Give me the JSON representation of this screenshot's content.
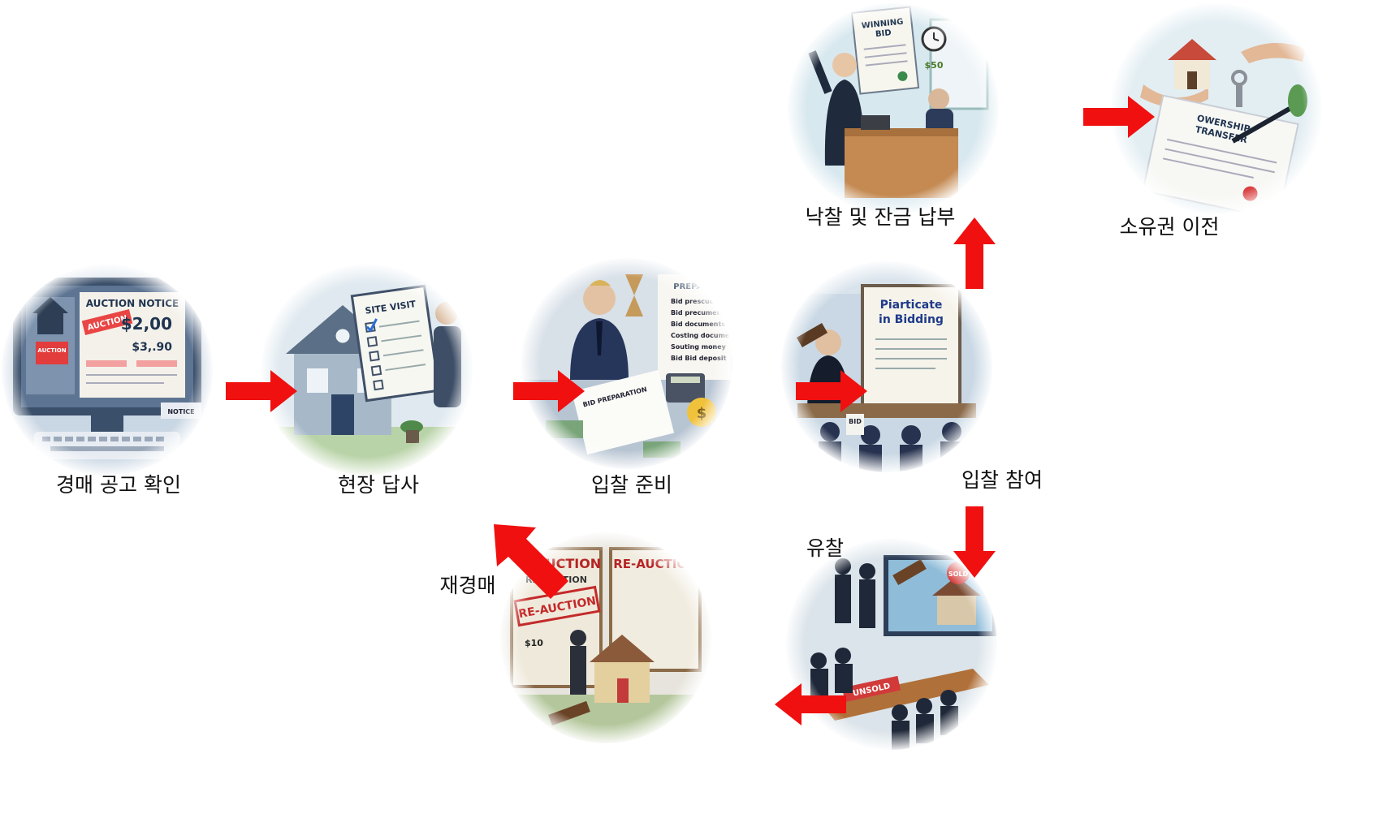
{
  "steps": {
    "notice": {
      "label": "경매 공고 확인",
      "sign_title": "AUCTION NOTICE",
      "stamp": "AUCTION",
      "price1": "$2,00",
      "price2": "$3,.90",
      "footer": "NOTICE"
    },
    "site_visit": {
      "label": "현장 답사",
      "clipboard_title": "SITE VISIT"
    },
    "preparation": {
      "label": "입찰 준비",
      "doc_title": "BID PREPARATION",
      "paper_title": "PREPARA",
      "list": [
        "Bid prescuction",
        "Bid precument",
        "Bid documents",
        "Costing document",
        "Souting money",
        "Bid Bid deposit"
      ],
      "coin": "$"
    },
    "bidding": {
      "label": "입찰 참여",
      "board_line1": "Piarticate",
      "board_line2": "in Bidding",
      "paddle": "BID"
    },
    "winning_bid": {
      "label": "낙찰 및 잔금 납부",
      "doc_line1": "WINNING",
      "doc_line2": "BID",
      "money": "$50"
    },
    "ownership": {
      "label": "소유권 이전",
      "doc_line1": "OWERSHIP",
      "doc_line2": "TRANSFER"
    },
    "unsold": {
      "label": "유찰",
      "banner": "UNSOLD",
      "tag": "SOLD"
    },
    "reauction": {
      "label": "재경매",
      "poster1": "RE-AUCTION",
      "poster2": "RE-AUCTION",
      "stamp": "RE-AUCTION",
      "small": "RE-AUCTION",
      "price": "$10"
    }
  },
  "colors": {
    "arrow": "#f01010",
    "label_text": "#111111"
  },
  "icons": {
    "arrow": "red-block-arrow",
    "gavel": "gavel-icon",
    "house": "house-icon"
  }
}
